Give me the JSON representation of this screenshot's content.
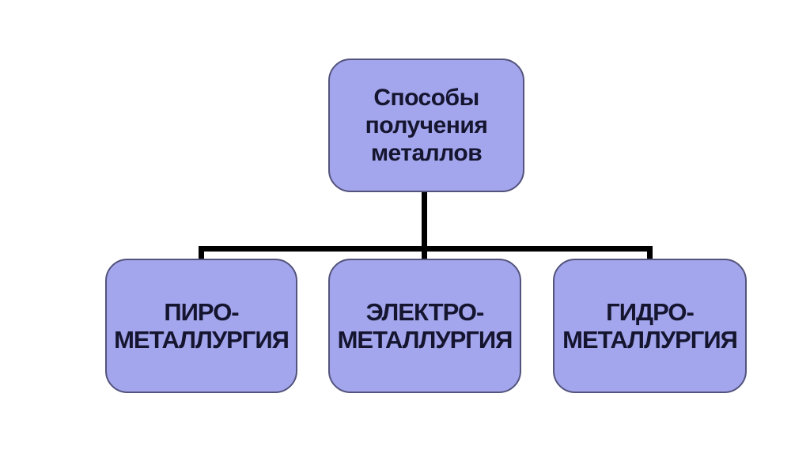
{
  "canvas": {
    "background": "#ffffff"
  },
  "diagram": {
    "title_node": {
      "lines": [
        "Способы",
        "получения",
        "металлов"
      ]
    },
    "child_nodes": [
      {
        "lines": [
          "ПИРО-",
          "МЕТАЛЛУРГИЯ"
        ]
      },
      {
        "lines": [
          "ЭЛЕКТРО-",
          "МЕТАЛЛУРГИЯ"
        ]
      },
      {
        "lines": [
          "ГИДРО-",
          "МЕТАЛЛУРГИЯ"
        ]
      }
    ],
    "colors": {
      "node_fill": "#a3a6ec",
      "node_border": "#53537c",
      "node_text": "#151530",
      "connector": "#000000"
    }
  }
}
